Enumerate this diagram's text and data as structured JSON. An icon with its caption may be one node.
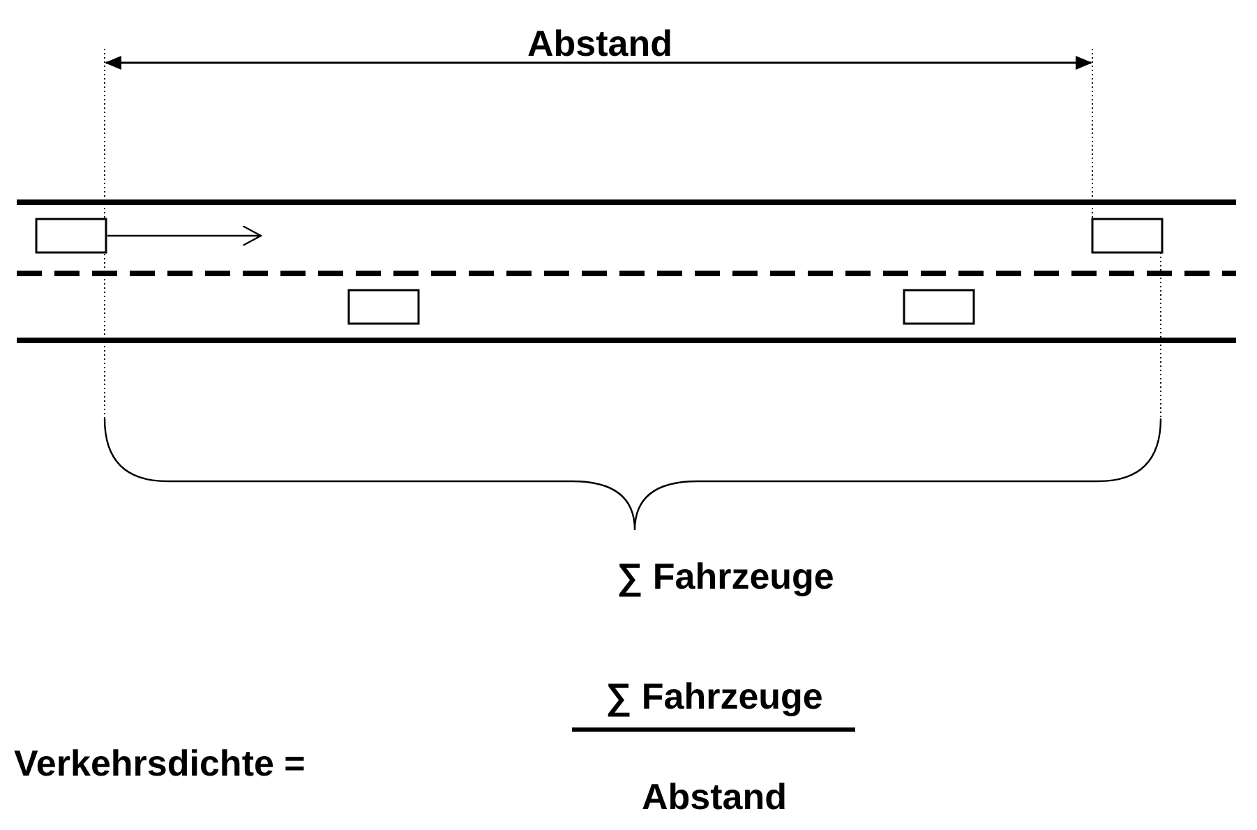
{
  "diagram": {
    "labels": [
      "Abstand",
      "∑ Fahrzeuge",
      "Verkehrsdichte =",
      "∑ Fahrzeuge",
      "Abstand"
    ]
  }
}
